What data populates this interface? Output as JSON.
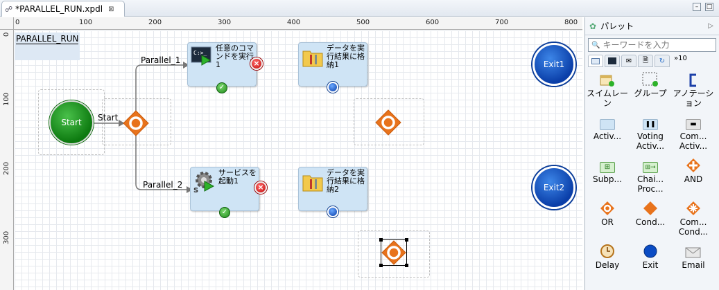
{
  "editor": {
    "tab_title": "*PARALLEL_RUN.xpdl",
    "close_glyph": "⊠",
    "minimize_glyph": "–",
    "maximize_glyph": "□"
  },
  "rulers": {
    "top": [
      "0",
      "100",
      "200",
      "300",
      "400",
      "500",
      "600",
      "700",
      "800"
    ],
    "left": [
      "0",
      "100",
      "200",
      "300"
    ]
  },
  "diagram": {
    "lane_name": "PARALLEL_RUN",
    "start_label": "Start",
    "exit1_label": "Exit1",
    "exit2_label": "Exit2",
    "edge_start": "Start",
    "edge_parallel1": "Parallel_1",
    "edge_parallel2": "Parallel_2",
    "task1": {
      "label": "任意のコマンドを実行1",
      "icon": "command-prompt-icon"
    },
    "task2": {
      "label": "サービスを起動1",
      "icon": "gear-service-icon"
    },
    "task3": {
      "label": "データを実行結果に格納1",
      "icon": "folder-tools-icon"
    },
    "task4": {
      "label": "データを実行結果に格納2",
      "icon": "folder-tools-icon"
    },
    "colors": {
      "start": "#1a8a1c",
      "exit": "#0b4cc4",
      "gateway": "#e8731c",
      "task": "#cfe4f5"
    }
  },
  "palette": {
    "title": "パレット",
    "search_placeholder": "キーワードを入力",
    "tab_more": "»10",
    "items": [
      {
        "label": "スイムレーン",
        "icon": "swimlane-icon"
      },
      {
        "label": "グループ",
        "icon": "group-icon"
      },
      {
        "label": "アノテーション",
        "icon": "annotation-icon"
      },
      {
        "label": "Activ...",
        "icon": "activity-icon"
      },
      {
        "label": "Voting\nActiv...",
        "icon": "voting-activity-icon"
      },
      {
        "label": "Com...\nActiv...",
        "icon": "compound-activity-icon"
      },
      {
        "label": "Subp...",
        "icon": "subprocess-icon"
      },
      {
        "label": "Chai...\nProc...",
        "icon": "chained-process-icon"
      },
      {
        "label": "AND",
        "icon": "and-gateway-icon"
      },
      {
        "label": "OR",
        "icon": "or-gateway-icon"
      },
      {
        "label": "Cond...",
        "icon": "conditional-gateway-icon"
      },
      {
        "label": "Com...\nCond...",
        "icon": "complex-conditional-icon"
      },
      {
        "label": "Delay",
        "icon": "delay-icon"
      },
      {
        "label": "Exit",
        "icon": "exit-icon"
      },
      {
        "label": "Email",
        "icon": "email-icon"
      }
    ]
  }
}
